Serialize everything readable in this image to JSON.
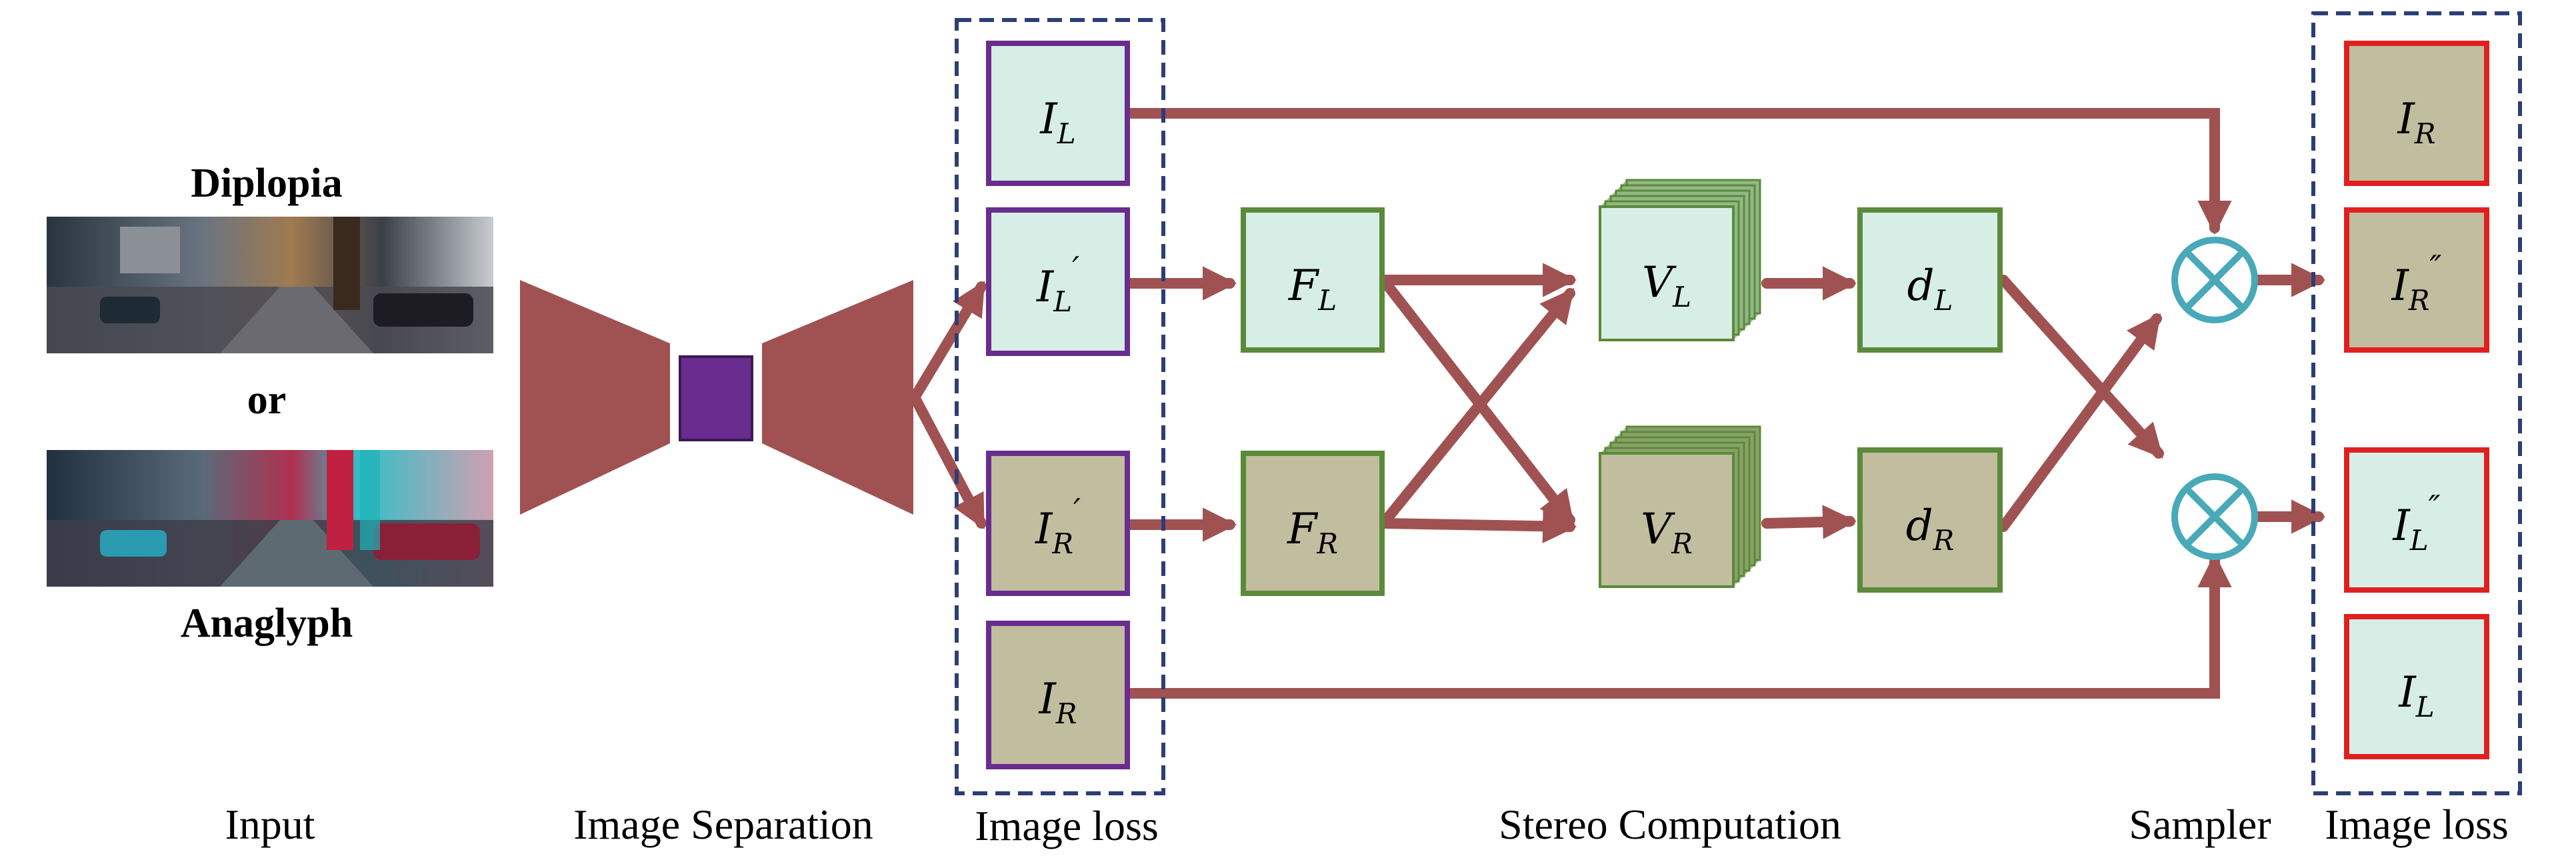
{
  "colors": {
    "arrow": "#a05252",
    "purple_border": "#6a2c8e",
    "green_border": "#5b8a3a",
    "red_border": "#e02020",
    "light_fill": "#d6eee6",
    "olive_fill": "#c1bd9f",
    "bottleneck": "#6a2c8e",
    "sampler": "#49a9b8",
    "dashed_frame": "#2c3e78"
  },
  "input": {
    "title_top": "Diplopia",
    "or_text": "or",
    "title_bottom": "Anaglyph",
    "images": [
      "diplopia-street-photo",
      "anaglyph-street-photo"
    ]
  },
  "blocks": {
    "il": {
      "base": "I",
      "sub": "L",
      "prime": ""
    },
    "il_prime": {
      "base": "I",
      "sub": "L",
      "prime": "′"
    },
    "ir_prime": {
      "base": "I",
      "sub": "R",
      "prime": "′"
    },
    "ir": {
      "base": "I",
      "sub": "R",
      "prime": ""
    },
    "fl": {
      "base": "F",
      "sub": "L",
      "prime": ""
    },
    "fr": {
      "base": "F",
      "sub": "R",
      "prime": ""
    },
    "vl": {
      "base": "V",
      "sub": "L",
      "prime": ""
    },
    "vr": {
      "base": "V",
      "sub": "R",
      "prime": ""
    },
    "dl": {
      "base": "d",
      "sub": "L",
      "prime": ""
    },
    "dr": {
      "base": "d",
      "sub": "R",
      "prime": ""
    },
    "out_ir": {
      "base": "I",
      "sub": "R",
      "prime": ""
    },
    "out_ir_pp": {
      "base": "I",
      "sub": "R",
      "prime": "″"
    },
    "out_il_pp": {
      "base": "I",
      "sub": "L",
      "prime": "″"
    },
    "out_il": {
      "base": "I",
      "sub": "L",
      "prime": ""
    }
  },
  "captions": {
    "input": "Input",
    "separation": "Image Separation",
    "loss_left": "Image loss",
    "stereo": "Stereo Computation",
    "sampler": "Sampler",
    "loss_right": "Image loss"
  },
  "icons": {
    "sampler": "circle-cross-icon"
  }
}
